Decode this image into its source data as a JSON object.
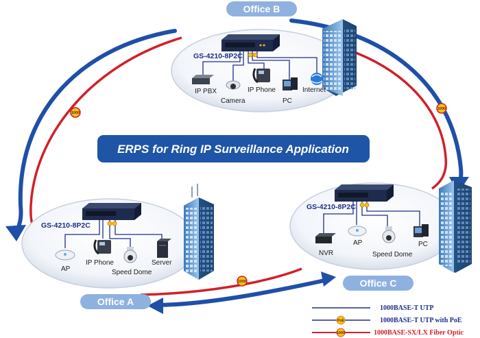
{
  "title": "ERPS for Ring IP Surveillance Application",
  "ring_badge": "1000",
  "offices": {
    "b": {
      "name": "Office B",
      "model": "GS-4210-8P2C",
      "devices": [
        "IP PBX",
        "Camera",
        "IP Phone",
        "PC",
        "Internet"
      ]
    },
    "a": {
      "name": "Office A",
      "model": "GS-4210-8P2C",
      "devices": [
        "AP",
        "IP Phone",
        "Speed Dome",
        "Server"
      ]
    },
    "c": {
      "name": "Office C",
      "model": "GS-4210-8P2C",
      "devices": [
        "NVR",
        "AP",
        "Speed Dome",
        "PC"
      ]
    }
  },
  "legend": [
    {
      "label": "1000BASE-T UTP",
      "color": "#1d2e86"
    },
    {
      "label": "1000BASE-T UTP with PoE",
      "color": "#1d2e86"
    },
    {
      "label": "1000BASE-SX/LX Fiber Optic",
      "color": "#d0202a"
    }
  ],
  "colors": {
    "fiber": "#d0202a",
    "utp": "#1d2e86",
    "arrow": "#1f4fa8",
    "label_bg": "#8fb1df",
    "title_bg": "#1e55a6"
  }
}
